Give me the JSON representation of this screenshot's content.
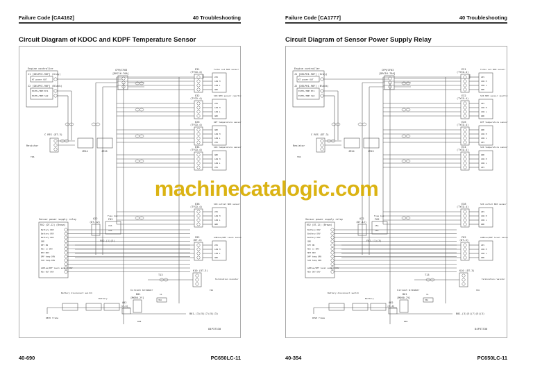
{
  "pages": [
    {
      "failure_code": "Failure Code [CA4162]",
      "section": "40 Troubleshooting",
      "title": "Circuit Diagram of KDOC and KDPF Temperature Sensor",
      "page_number": "40-690",
      "model": "PC650LC-11"
    },
    {
      "failure_code": "Failure Code [CA1777]",
      "section": "40 Troubleshooting",
      "title": "Circuit Diagram of Sensor Power Supply Relay",
      "page_number": "40-354",
      "model": "PC650LC-11"
    }
  ],
  "watermark": "machinecatalogic.com",
  "diagram": {
    "engine_controller": "Engine controller",
    "j1": "J1 [DELPHI-96F] (Gray)",
    "j1_pin": "KT power OUT",
    "j2": "J2 [DELPHI-96F] (Black)",
    "j2_pins": [
      "EATHL/HNH Bt1",
      "EATHL/HNH Sm2"
    ],
    "cfm": "CFM/CF03",
    "cfm_conn": "[DRC16-70A]",
    "resistor_conn": "C RES (DT-3)",
    "resistor": "Resistor",
    "resistor_gnd": "T06",
    "junctions": [
      "JM14",
      "JM15"
    ],
    "sensors": [
      {
        "id": "E31",
        "conn": "(TYCO-4)",
        "name": "Turbo out NOX sensor",
        "pins": [
          "24V",
          "CAN H",
          "CAN L",
          "GND"
        ]
      },
      {
        "id": "E32",
        "conn": "(TYCO-4)",
        "name": "SCR NH3 sensor (particle)",
        "pins": [
          "24V",
          "CAN H",
          "CAN L",
          "GND"
        ]
      },
      {
        "id": "E26",
        "conn": "(TYCO-4)",
        "name": "DPF temperature sensor",
        "pins": [
          "GND",
          "CAN H",
          "CAN L",
          "24V"
        ]
      },
      {
        "id": "E34",
        "conn": "(TYCO-4)",
        "name": "SCR temperature sensor",
        "pins": [
          "GND",
          "CAN H",
          "CAN L",
          "24V"
        ]
      },
      {
        "id": "E38",
        "conn": "(TYCO-4)",
        "name": "SCR outlet NOX sensor",
        "pins": [
          "24V",
          "CAN H",
          "CAN L",
          "GND"
        ]
      }
    ],
    "relay_title": "Sensor power supply relay",
    "relay_conn": "R52 (DT-12) (Brown)",
    "relay_pins": [
      "Battery DRV",
      "Battery DRV",
      "Battery DRV",
      "GND",
      "KEY ON",
      "NOx in DRV",
      "NH3 DRV",
      "DPF temp DRV",
      "SCR temp DRV",
      "",
      "AdBlue/DEF level sensor DRV",
      "NOx OUT DRV"
    ],
    "a22": "A22",
    "a22_conn": "(DT-12)",
    "fuse_box": "Fuse box",
    "fuse_id": "F02",
    "fuse_ratings": [
      "15A",
      "15A"
    ],
    "f02_ref": "F02-(1)(3)",
    "f82": "F82",
    "f82_conn": "(DT-4)",
    "f82_name": "AdBlue/DEF level sensor",
    "f82_pins": [
      "24V",
      "CAN H",
      "CAN L",
      "GND"
    ],
    "t13": "T13",
    "k10": "K10 (DT-3)",
    "k10_name": "Termination resistor",
    "k10_gnd": "T06",
    "breaker_title": "Circuit breaker",
    "b01": "B01",
    "b01_conn": "[M050-2Y]",
    "ll": "11",
    "ll_rating": "30A",
    "a02": "A02",
    "a02_conn": "(X-4)",
    "battery_switch": "Battery disconnect switch",
    "battery": "Battery",
    "frame": "REVO frame",
    "r04": "R04",
    "b01_ref": "B01-(3)(5)(7)(5)(3)",
    "drawing_id": "84P37330"
  }
}
